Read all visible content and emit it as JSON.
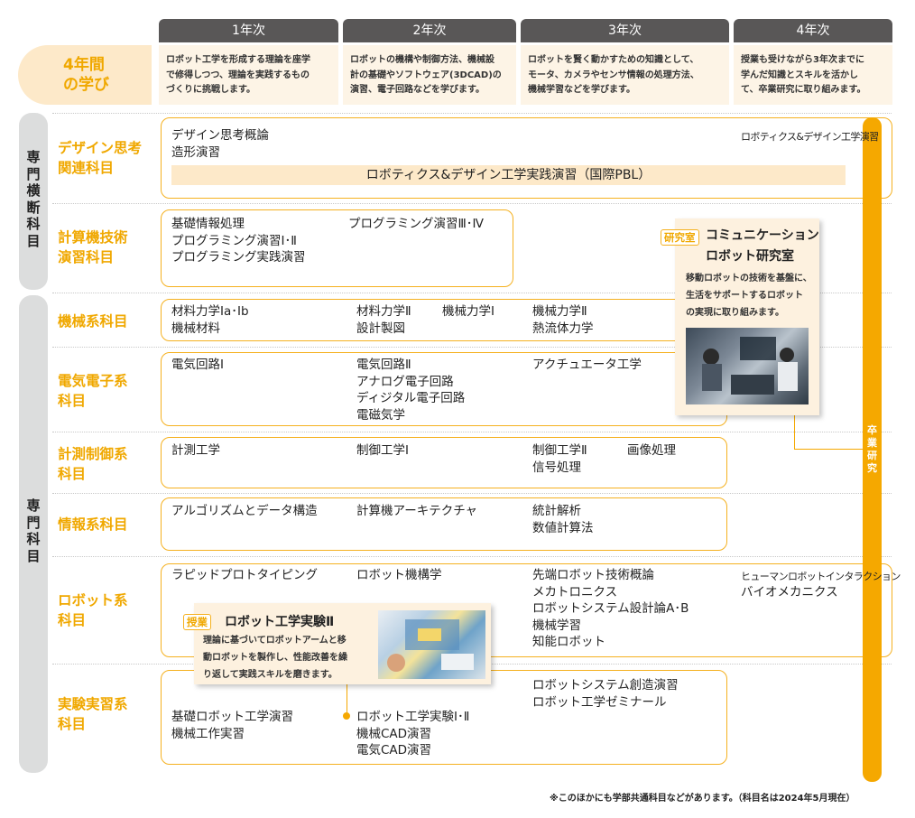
{
  "years": [
    {
      "label": "1年次",
      "desc": [
        "ロボット工学を形成する理論を座学",
        "で修得しつつ、理論を実践するもの",
        "づくりに挑戦します。"
      ]
    },
    {
      "label": "2年次",
      "desc": [
        "ロボットの機構や制御方法、機械設",
        "計の基礎やソフトウェア(3DCAD)の",
        "演習、電子回路などを学びます。"
      ]
    },
    {
      "label": "3年次",
      "desc": [
        "ロボットを賢く動かすための知識として、",
        "モータ、カメラやセンサ情報の処理方法、",
        "機械学習などを学びます。"
      ]
    },
    {
      "label": "4年次",
      "desc": [
        "授業も受けながら3年次までに",
        "学んだ知識とスキルを活かし",
        "て、卒業研究に取り組みます。"
      ]
    }
  ],
  "four_years": [
    "4年間",
    "の学び"
  ],
  "side_groups": {
    "cross": [
      "専",
      "門",
      "横",
      "断",
      "科",
      "目"
    ],
    "major": [
      "専",
      "門",
      "科",
      "目"
    ]
  },
  "categories": {
    "design": [
      "デザイン思考",
      "関連科目"
    ],
    "computing": [
      "計算機技術",
      "演習科目"
    ],
    "mechanical": [
      "機械系科目"
    ],
    "electrical": [
      "電気電子系",
      "科目"
    ],
    "measurement": [
      "計測制御系",
      "科目"
    ],
    "information": [
      "情報系科目"
    ],
    "robot": [
      "ロボット系",
      "科目"
    ],
    "experiment": [
      "実験実習系",
      "科目"
    ]
  },
  "courses": {
    "design_y1": [
      "デザイン思考概論",
      "造形演習"
    ],
    "design_y4": "ロボティクス&デザイン工学演習",
    "design_pbl": "ロボティクス&デザイン工学実践演習（国際PBL）",
    "computing_y1": [
      "基礎情報処理",
      "プログラミング演習Ⅰ･Ⅱ",
      "プログラミング実践演習"
    ],
    "computing_y2": "プログラミング演習Ⅲ･Ⅳ",
    "mech_y1": [
      "材料力学Ⅰa･Ⅰb",
      "機械材料"
    ],
    "mech_y2a": [
      "材料力学Ⅱ",
      "設計製図"
    ],
    "mech_y2b": "機械力学Ⅰ",
    "mech_y3": [
      "機械力学Ⅱ",
      "熱流体力学"
    ],
    "elec_y1": "電気回路Ⅰ",
    "elec_y2": [
      "電気回路Ⅱ",
      "アナログ電子回路",
      "ディジタル電子回路",
      "電磁気学"
    ],
    "elec_y3": "アクチュエータ工学",
    "meas_y1": "計測工学",
    "meas_y2": "制御工学Ⅰ",
    "meas_y3a": [
      "制御工学Ⅱ",
      "信号処理"
    ],
    "meas_y3b": "画像処理",
    "info_y1": "アルゴリズムとデータ構造",
    "info_y2": "計算機アーキテクチャ",
    "info_y3": [
      "統計解析",
      "数値計算法"
    ],
    "robot_y1": "ラピッドプロトタイピング",
    "robot_y2": "ロボット機構学",
    "robot_y3": [
      "先端ロボット技術概論",
      "メカトロニクス",
      "ロボットシステム設計論A･B",
      "機械学習",
      "知能ロボット"
    ],
    "robot_y4a": "ヒューマンロボットインタラクション",
    "robot_y4b": "バイオメカニクス",
    "exp_y1": [
      "基礎ロボット工学演習",
      "機械工作実習"
    ],
    "exp_y2": [
      "ロボット工学実験Ⅰ･Ⅱ",
      "機械CAD演習",
      "電気CAD演習"
    ],
    "exp_y3": [
      "ロボットシステム創造演習",
      "ロボット工学ゼミナール"
    ]
  },
  "lab_card": {
    "tag": "研究室",
    "title": [
      "コミュニケーション",
      "ロボット研究室"
    ],
    "text": [
      "移動ロボットの技術を基盤に、",
      "生活をサポートするロボット",
      "の実現に取り組みます。"
    ]
  },
  "class_card": {
    "tag": "授業",
    "title": "ロボット工学実験Ⅱ",
    "text": [
      "理論に基づいてロボットアームと移",
      "動ロボットを製作し、性能改善を繰",
      "り返して実践スキルを磨きます。"
    ]
  },
  "graduation": [
    "卒",
    "業",
    "研",
    "究"
  ],
  "footnote": "※このほかにも学部共通科目などがあります。（科目名は2024年5月現在）",
  "colors": {
    "accent": "#f5a800",
    "header": "#595757",
    "beige": "#fdf4e6"
  }
}
